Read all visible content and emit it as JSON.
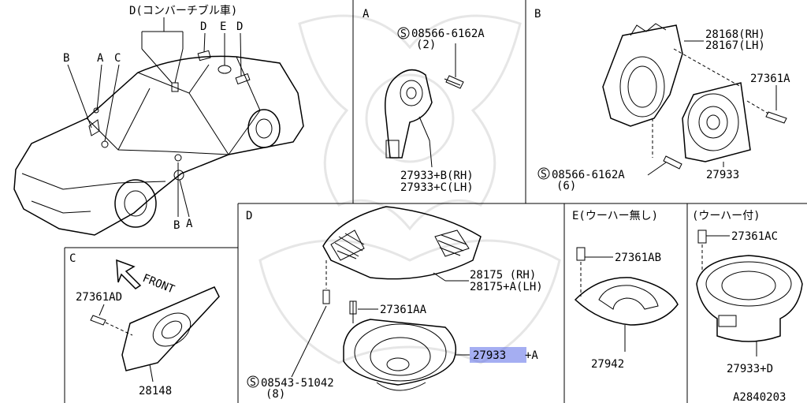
{
  "panel_labels": {
    "a": "A",
    "b": "B",
    "c": "C",
    "d": "D",
    "e_no_woofer": "E(ウーハー無し)",
    "e_with_woofer": "(ウーハー付)"
  },
  "car_callouts": {
    "convertible": "D(コンバーチブル車)",
    "d_left": "D",
    "e": "E",
    "d_right": "D",
    "b_top": "B",
    "a_top": "A",
    "c_top": "C",
    "b_bottom": "B",
    "a_bottom": "A"
  },
  "panel_a": {
    "screw_code": "08566-6162A",
    "screw_qty": "(2)",
    "part_rh": "27933+B(RH)",
    "part_lh": "27933+C(LH)"
  },
  "panel_b": {
    "bracket_rh": "28168(RH)",
    "bracket_lh": "28167(LH)",
    "screw": "27361A",
    "screw_code": "08566-6162A",
    "screw_qty": "(6)",
    "speaker": "27933"
  },
  "panel_c": {
    "front": "FRONT",
    "screw": "27361AD",
    "part": "28148"
  },
  "panel_d": {
    "grille_rh": "28175  (RH)",
    "grille_lh": "28175+A(LH)",
    "screw": "27361AA",
    "speaker_highlight": "27933",
    "speaker_suffix": "+A",
    "screw_code": "08543-51042",
    "screw_qty": "(8)"
  },
  "panel_e": {
    "screw_no_woofer": "27361AB",
    "bracket": "27942",
    "screw_woofer": "27361AC",
    "speaker_woofer": "27933+D"
  },
  "diagram_code": "A2840203",
  "s_symbol": "S"
}
